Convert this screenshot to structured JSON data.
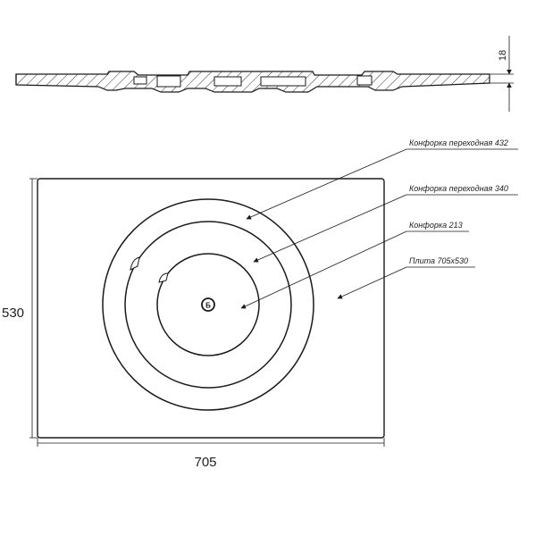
{
  "section_view": {
    "thickness_label": "18"
  },
  "plan_view": {
    "width_label": "705",
    "height_label": "530"
  },
  "callouts": [
    {
      "id": "burner-432",
      "label": "Конфорка переходная 432"
    },
    {
      "id": "burner-340",
      "label": "Конфорка переходная 340"
    },
    {
      "id": "burner-213",
      "label": "Конфорка 213"
    },
    {
      "id": "plate",
      "label": "Плита 705х530"
    }
  ],
  "center_mark": "Б",
  "colors": {
    "line": "#1a1a1a",
    "hatch": "#333333",
    "background": "#ffffff"
  }
}
